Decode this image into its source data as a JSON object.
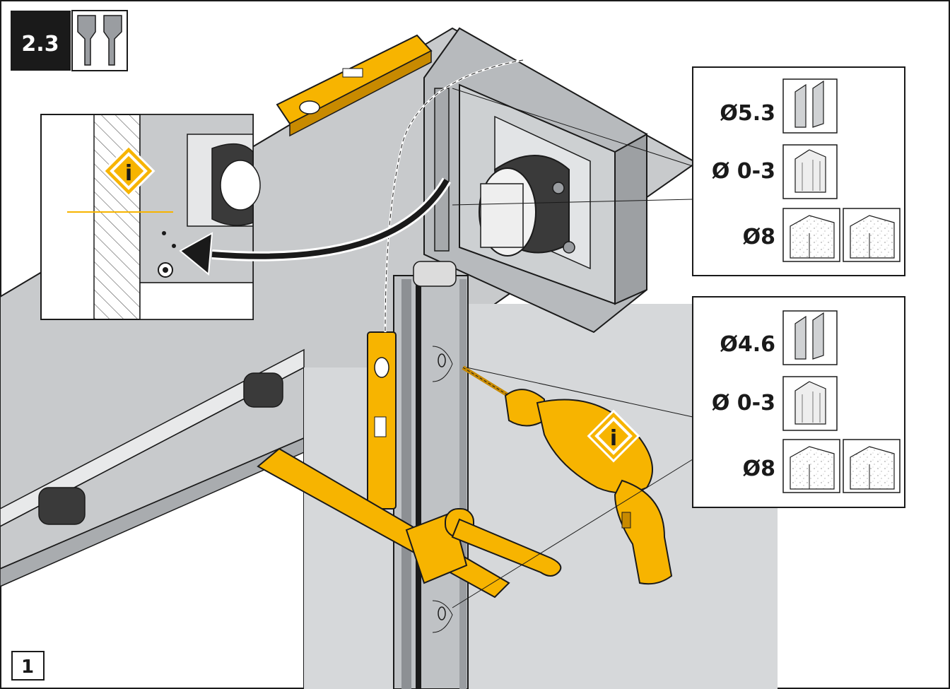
{
  "step": {
    "number": "2.3",
    "icon": "rail-profile-icon",
    "figure": "1"
  },
  "drill_specs": [
    {
      "rows": [
        {
          "size": "Ø5.3",
          "materials": [
            "steel-profile-icon"
          ]
        },
        {
          "size": "Ø 0-3",
          "materials": [
            "wood-icon"
          ]
        },
        {
          "size": "Ø8",
          "materials": [
            "concrete-block-icon",
            "masonry-block-icon"
          ]
        }
      ]
    },
    {
      "rows": [
        {
          "size": "Ø4.6",
          "materials": [
            "steel-profile-icon"
          ]
        },
        {
          "size": "Ø 0-3",
          "materials": [
            "wood-icon"
          ]
        },
        {
          "size": "Ø8",
          "materials": [
            "concrete-block-icon",
            "masonry-block-icon"
          ]
        }
      ]
    }
  ],
  "info_badges": [
    "i",
    "i"
  ],
  "colors": {
    "accent": "#f7b400",
    "accent_dark": "#c88a00",
    "wall": "#c8cacc",
    "wall_dark": "#9da0a3",
    "outline": "#1a1a1a",
    "motor_dark": "#3a3a3a",
    "step_badge": "#1a1a1a"
  }
}
